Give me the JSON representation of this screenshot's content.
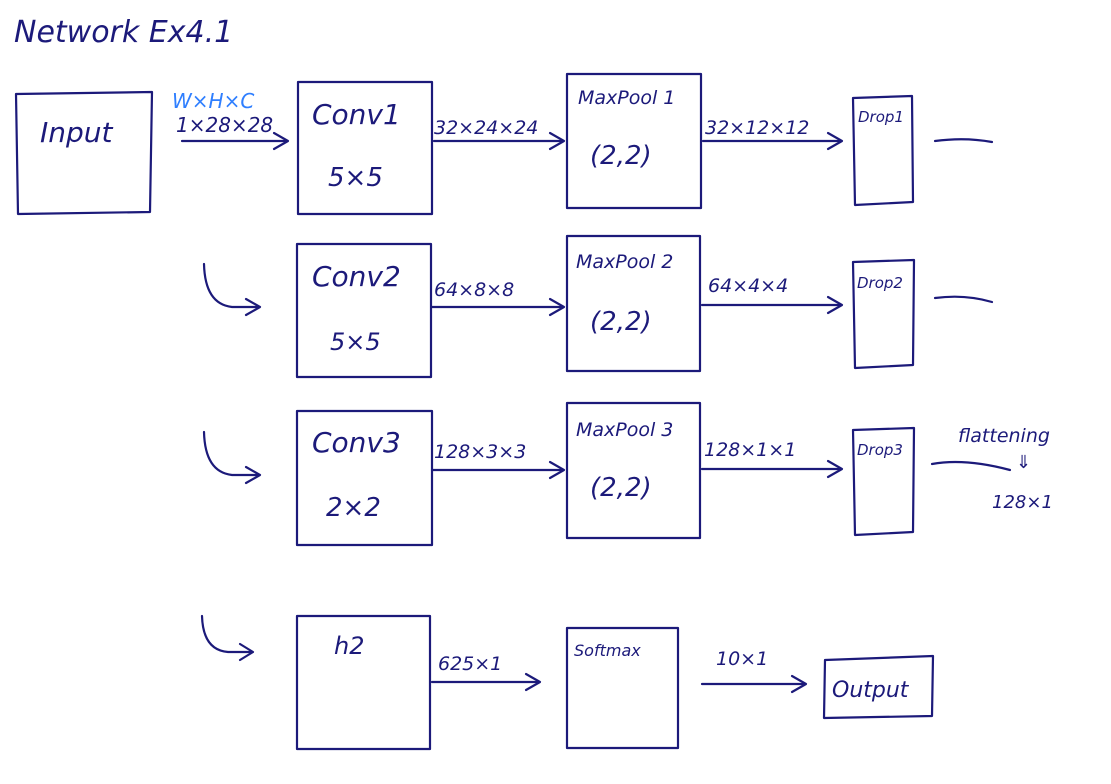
{
  "title": "Network Ex4.1",
  "colors": {
    "ink": "#1c1a7a",
    "annotation": "#2f7fff"
  },
  "input": {
    "label": "Input",
    "dims_header": "W×H×C",
    "dims": "1×28×28"
  },
  "rows": [
    {
      "conv": {
        "name": "Conv1",
        "kernel": "5×5"
      },
      "conv_out": "32×24×24",
      "pool": {
        "name": "MaxPool 1",
        "size": "(2,2)"
      },
      "pool_out": "32×12×12",
      "drop": "Drop1"
    },
    {
      "conv": {
        "name": "Conv2",
        "kernel": "5×5"
      },
      "conv_out": "64×8×8",
      "pool": {
        "name": "MaxPool 2",
        "size": "(2,2)"
      },
      "pool_out": "64×4×4",
      "drop": "Drop2"
    },
    {
      "conv": {
        "name": "Conv3",
        "kernel": "2×2"
      },
      "conv_out": "128×3×3",
      "pool": {
        "name": "MaxPool 3",
        "size": "(2,2)"
      },
      "pool_out": "128×1×1",
      "drop": "Drop3"
    }
  ],
  "flattening": {
    "label": "flattening",
    "arrow": "⇓",
    "result": "128×1"
  },
  "dense": {
    "name": "h2",
    "out": "625×1"
  },
  "softmax": {
    "name": "Softmax",
    "out": "10×1"
  },
  "output": {
    "label": "Output"
  }
}
